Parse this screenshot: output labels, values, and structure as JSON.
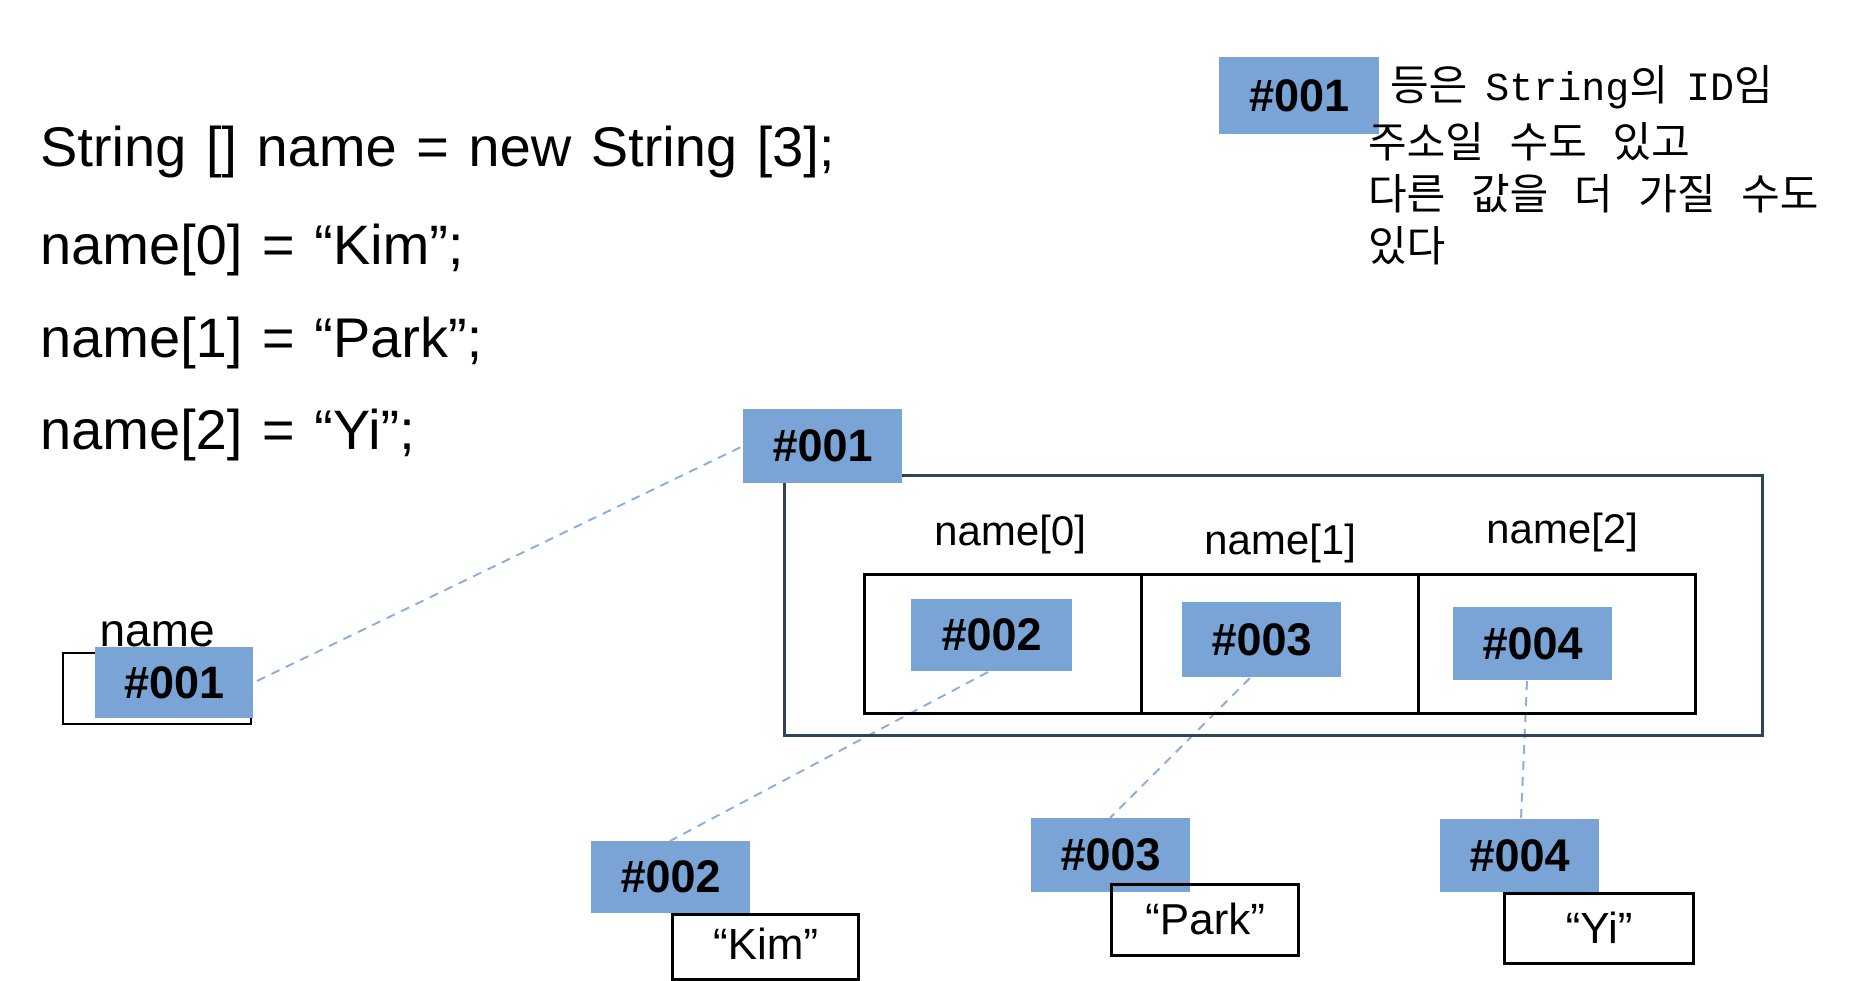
{
  "colors": {
    "tag_blue": "#7AA3D6",
    "outer_border": "#2F4459",
    "dash_blue": "#86ACDC",
    "box_border": "#000000"
  },
  "code": {
    "lines": [
      "String [] name = new String [3];",
      "name[0] = “Kim”;",
      "name[1] = “Park”;",
      "name[2] = “Yi”;"
    ]
  },
  "note": {
    "tag": "#001",
    "line1_parts": [
      "등은",
      "String",
      "의",
      "ID",
      "임"
    ],
    "line2": "주소일 수도 있고",
    "line3": "다른 값을 더 가질 수도",
    "line4": "있다"
  },
  "stack": {
    "var_label": "name",
    "ref": "#001"
  },
  "heap": {
    "array_ref": "#001",
    "cells": [
      {
        "label": "name[0]",
        "ref": "#002"
      },
      {
        "label": "name[1]",
        "ref": "#003"
      },
      {
        "label": "name[2]",
        "ref": "#004"
      }
    ],
    "objects": [
      {
        "ref": "#002",
        "value": "“Kim”"
      },
      {
        "ref": "#003",
        "value": "“Park”"
      },
      {
        "ref": "#004",
        "value": "“Yi”"
      }
    ]
  }
}
